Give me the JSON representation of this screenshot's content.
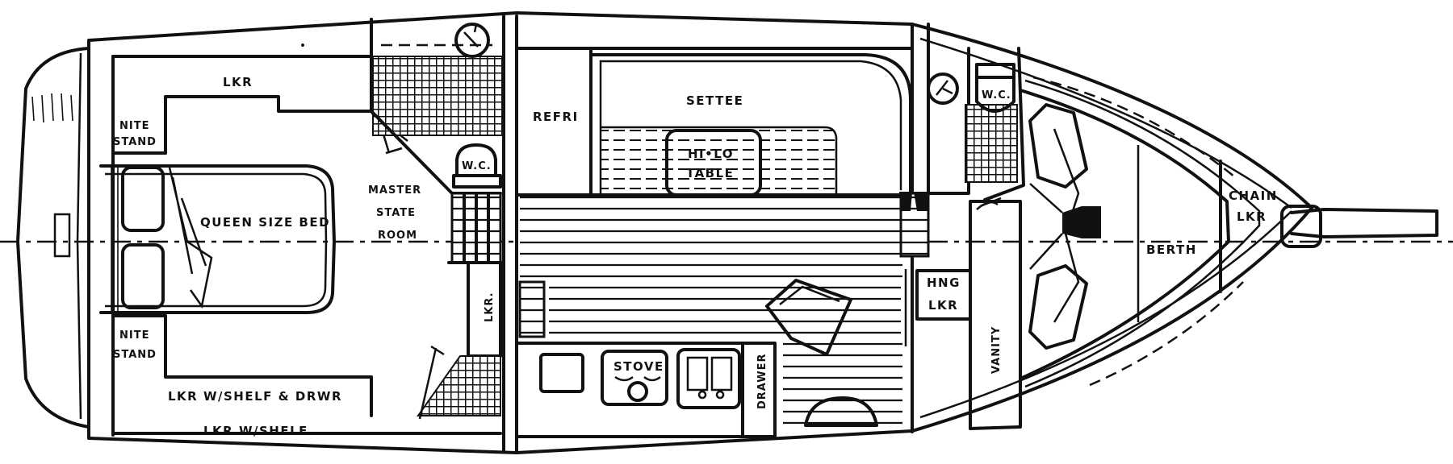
{
  "labels": {
    "lkr_top": "LKR",
    "nite_stand_top_1": "NITE",
    "nite_stand_top_2": "STAND",
    "queen_bed": "QUEEN SIZE BED",
    "nite_stand_bottom_1": "NITE",
    "nite_stand_bottom_2": "STAND",
    "lkr_shelf_drwr": "LKR W/SHELF & DRWR",
    "lkr_shelf": "LKR W/SHELF",
    "master_1": "MASTER",
    "master_2": "STATE",
    "master_3": "ROOM",
    "wc_aft": "W.C.",
    "lkr_vertical": "LKR.",
    "refri": "REFRI",
    "settee": "SETTEE",
    "table_1": "HI•LO",
    "table_2": "TABLE",
    "stove": "STOVE",
    "drawer": "DRAWER",
    "wc_fwd": "W.C.",
    "hng_lkr_1": "HNG",
    "hng_lkr_2": "LKR",
    "vanity": "VANITY",
    "berth": "BERTH",
    "chain_1": "CHAIN",
    "chain_2": "LKR"
  }
}
